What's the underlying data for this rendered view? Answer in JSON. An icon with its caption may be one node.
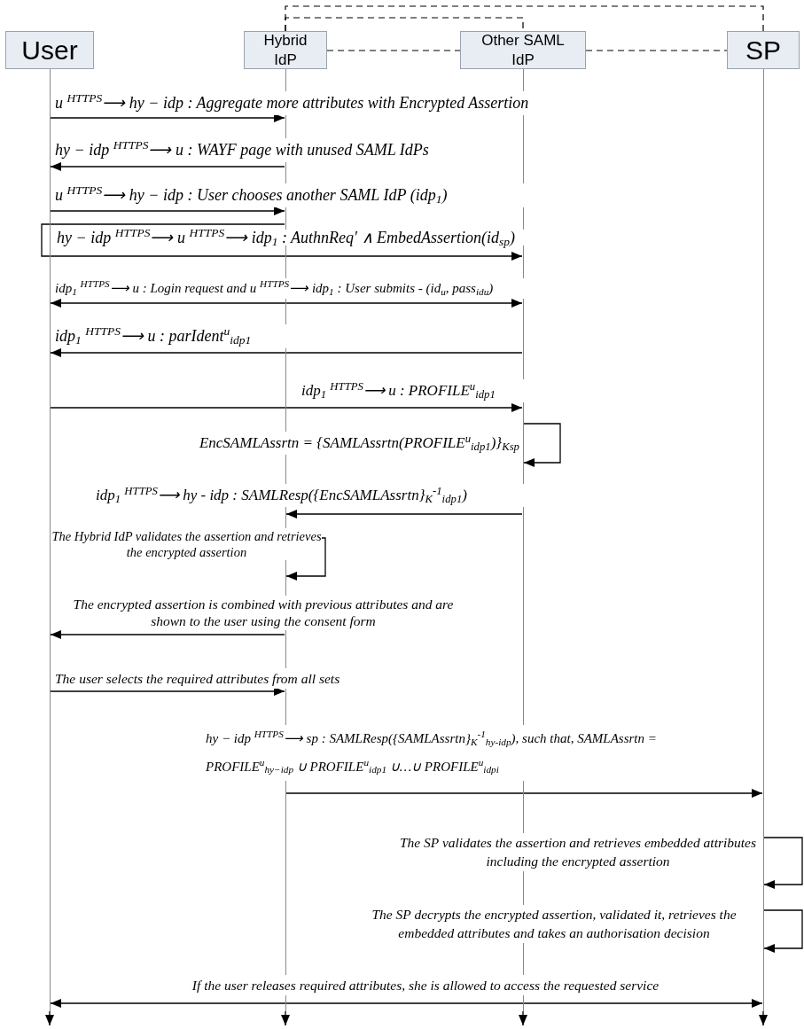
{
  "diagram": {
    "nodes": [
      {
        "text": [
          "User"
        ]
      },
      {
        "text": [
          "Hybrid IdP"
        ]
      },
      {
        "text": [
          "Other SAML IdP"
        ]
      },
      {
        "text": [
          "SP"
        ]
      },
      {
        "text": [],
        "shape": "line"
      },
      {
        "text": [],
        "shape": "line"
      },
      {
        "text": [],
        "shape": "line"
      },
      {
        "text": [],
        "shape": "line"
      }
    ],
    "edges": [
      {
        "from": 4,
        "to": 5,
        "arrow": "to",
        "label": "u $^{HTTPS}$⟶ hy − idp : Aggregate more attributes with Encrypted Assertion"
      },
      {
        "from": 5,
        "to": 4,
        "arrow": "to",
        "label": "hy − idp $^{HTTPS}$⟶ u : WAYF page with unused SAML IdPs"
      },
      {
        "from": 4,
        "to": 5,
        "arrow": "to",
        "label": "u $^{HTTPS}$⟶ hy − idp : User chooses another SAML IdP (idp$_{1}$)"
      },
      {
        "from": 5,
        "to": 6,
        "arrow": "to",
        "label": "hy − idp $^{HTTPS}$⟶ u $^{HTTPS}$⟶ idp$_{1}$ : AuthnReq′ ∧ EmbedAssertion(id$_{sp}$)"
      },
      {
        "from": 4,
        "to": 6,
        "arrow": "both",
        "label": "idp$_{1}$ $^{HTTPS}$⟶ u : Login request and u $^{HTTPS}$⟶ idp$_{1}$ : User submits - (id$_{u}$, pass$_{idu}$)"
      },
      {
        "from": 6,
        "to": 4,
        "arrow": "to",
        "label": "idp$_{1}$ $^{HTTPS}$⟶ u : parIdent$^{u}$$_{idp1}$"
      },
      {
        "from": 4,
        "to": 6,
        "arrow": "to",
        "label": "idp$_{1}$ $^{HTTPS}$⟶ u : PROFILE$^{u}$$_{idp1}$"
      },
      {
        "from": 6,
        "to": 6,
        "arrow": "to",
        "label": "EncSAMLAssrtn = {SAMLAssrtn(PROFILE$^{u}$$_{idp1}$)}$_{Ksp}$"
      },
      {
        "from": 6,
        "to": 5,
        "arrow": "to",
        "label": "idp$_{1}$ $^{HTTPS}$⟶ hy - idp : SAMLResp({EncSAMLAssrtn}$_{K}$$^{-1}$$_{idp1}$)"
      },
      {
        "from": 5,
        "to": 5,
        "arrow": "to",
        "label": "The Hybrid IdP validates the assertion and retrieves the encrypted assertion"
      },
      {
        "from": 5,
        "to": 4,
        "arrow": "to",
        "label": "The encrypted assertion is combined with previous attributes and are shown to the user using the consent form"
      },
      {
        "from": 4,
        "to": 5,
        "arrow": "to",
        "label": "The user selects the required attributes from all sets"
      },
      {
        "from": 5,
        "to": 7,
        "arrow": "to",
        "label": "hy − idp $^{HTTPS}$⟶ sp : SAMLResp({SAMLAssrtn}$_{K}$$^{-1}$$_{hy-idp}$), such that, SAMLAssrtn = PROFILE$^{u}$$_{hy−idp}$ ∪ PROFILE$^{u}$$_{idp1}$ ∪…∪ PROFILE$^{u}$$_{idpi}$"
      },
      {
        "from": 7,
        "to": 7,
        "arrow": "to",
        "label": "The SP validates the assertion and retrieves embedded attributes including the encrypted assertion"
      },
      {
        "from": 7,
        "to": 7,
        "arrow": "to",
        "label": "The SP decrypts the encrypted assertion, validated it, retrieves the embedded attributes and takes an authorisation decision"
      },
      {
        "from": 4,
        "to": 7,
        "arrow": "both",
        "label": "If the user releases required attributes, she is allowed to access the requested service"
      },
      {
        "from": 1,
        "to": 2,
        "arrow": "none",
        "style": "dashed"
      },
      {
        "from": 2,
        "to": 3,
        "arrow": "none",
        "style": "dashed"
      },
      {
        "from": 1,
        "to": 2,
        "arrow": "none",
        "style": "dashed"
      },
      {
        "from": 1,
        "to": 3,
        "arrow": "none",
        "style": "dashed"
      },
      {
        "from": 4,
        "to": null,
        "arrow": "to"
      },
      {
        "from": 5,
        "to": null,
        "arrow": "to"
      },
      {
        "from": 6,
        "to": null,
        "arrow": "to"
      },
      {
        "from": 7,
        "to": null,
        "arrow": "to"
      }
    ]
  }
}
